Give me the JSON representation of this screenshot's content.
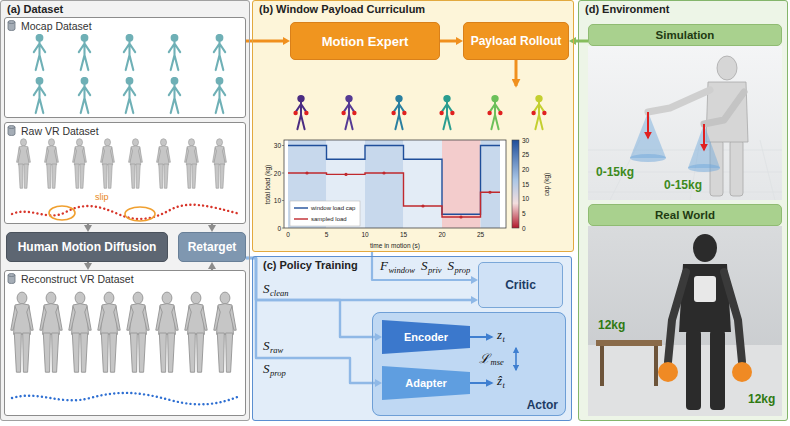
{
  "diagram": {
    "nodes": [
      {
        "text": [
          "(a) Dataset"
        ]
      },
      {
        "text": [
          "Mocap Dataset"
        ],
        "in": 0
      },
      {
        "text": [
          "Raw VR Dataset"
        ],
        "in": 0
      },
      {
        "text": [
          "Human Motion Diffusion"
        ],
        "in": 0
      },
      {
        "text": [
          "Retarget"
        ],
        "in": 0
      },
      {
        "text": [
          "Reconstruct VR Dataset"
        ],
        "in": 0
      },
      {
        "text": [
          "(b) Window Payload Curriculum"
        ]
      },
      {
        "text": [
          "Motion Expert"
        ],
        "in": 6
      },
      {
        "text": [
          "Payload Rollout"
        ],
        "in": 6
      },
      {
        "text": [
          "(c) Policy Training"
        ]
      },
      {
        "text": [
          "Critic"
        ],
        "in": 9
      },
      {
        "text": [
          "Actor"
        ],
        "in": 9
      },
      {
        "text": [
          "Encoder"
        ],
        "in": 11
      },
      {
        "text": [
          "Adapter"
        ],
        "in": 11
      },
      {
        "text": [
          "(d) Environment"
        ]
      },
      {
        "text": [
          "Simulation"
        ],
        "in": 14
      },
      {
        "text": [
          "Real World"
        ],
        "in": 14
      }
    ],
    "edges": [
      {
        "from": 1,
        "to": 7,
        "arrow": "to"
      },
      {
        "from": 7,
        "to": 8,
        "arrow": "to"
      },
      {
        "from": 15,
        "to": 8,
        "arrow": "to"
      },
      {
        "from": 2,
        "to": 3,
        "arrow": "to"
      },
      {
        "from": 2,
        "to": 4,
        "arrow": "to"
      },
      {
        "from": 3,
        "to": 5,
        "arrow": "to"
      },
      {
        "from": 5,
        "to": 4,
        "arrow": "to"
      },
      {
        "from": 4,
        "to": 10,
        "arrow": "to"
      },
      {
        "from": 4,
        "to": 12,
        "arrow": "to"
      },
      {
        "from": 4,
        "to": 13,
        "arrow": "to"
      },
      {
        "from": 6,
        "to": 10,
        "arrow": "to"
      }
    ],
    "labels": [
      "slip",
      "total load (kg)",
      "time in motion (s)",
      "cap (kg)",
      "0",
      "5",
      "10",
      "15",
      "20",
      "25",
      "0",
      "10",
      "20",
      "30",
      "0",
      "5",
      "10",
      "15",
      "20",
      "25",
      "30",
      "F",
      "window",
      "S",
      "priv",
      "S",
      "prop",
      "S",
      "clean",
      "S",
      "raw",
      "S",
      "prop",
      "z",
      "t",
      "ẑ",
      "t",
      "ℒ",
      "mse",
      "0-15kg",
      "0-15kg",
      "12kg",
      "12kg"
    ],
    "legend": [
      {
        "text": "window load cap"
      },
      {
        "text": "sampled load"
      }
    ]
  }
}
